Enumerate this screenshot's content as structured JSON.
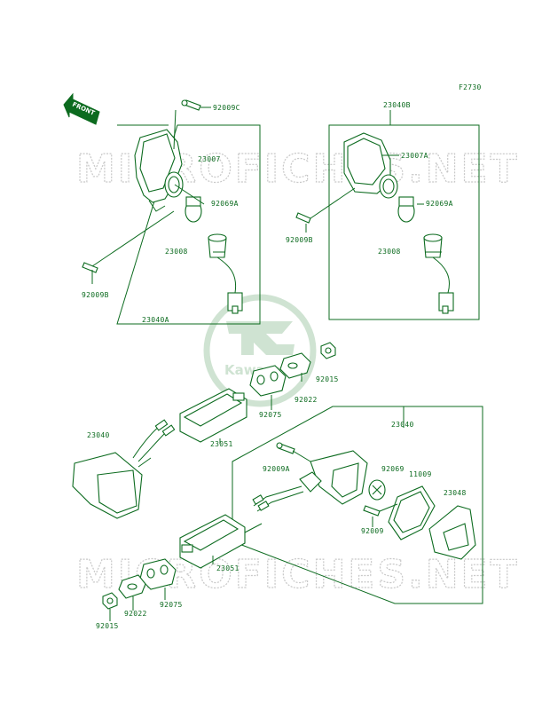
{
  "figure_code": "F2730",
  "front_label": "FRONT",
  "watermark": "MICROFICHES.NET",
  "logo_text": "Kawasaki",
  "colors": {
    "ink": "#0c6b1f",
    "watermark": "#c8c8c8",
    "logo": "#cfe3d2"
  },
  "labels": {
    "l_92009c": "92009C",
    "l_23007": "23007",
    "l_92069a_left": "92069A",
    "l_23008_left": "23008",
    "l_92009b_left": "92009B",
    "l_23040a": "23040A",
    "l_23040b": "23040B",
    "l_23007a": "23007A",
    "l_92069a_right": "92069A",
    "l_92009b_right": "92009B",
    "l_23008_right": "23008",
    "l_92015_upper": "92015",
    "l_92022_upper": "92022",
    "l_92075_upper": "92075",
    "l_23040_left": "23040",
    "l_23051_upper": "23051",
    "l_23040_right": "23040",
    "l_92009a": "92009A",
    "l_92069": "92069",
    "l_11009": "11009",
    "l_23048": "23048",
    "l_92009": "92009",
    "l_23051_lower": "23051",
    "l_92075_lower": "92075",
    "l_92022_lower": "92022",
    "l_92015_lower": "92015"
  }
}
